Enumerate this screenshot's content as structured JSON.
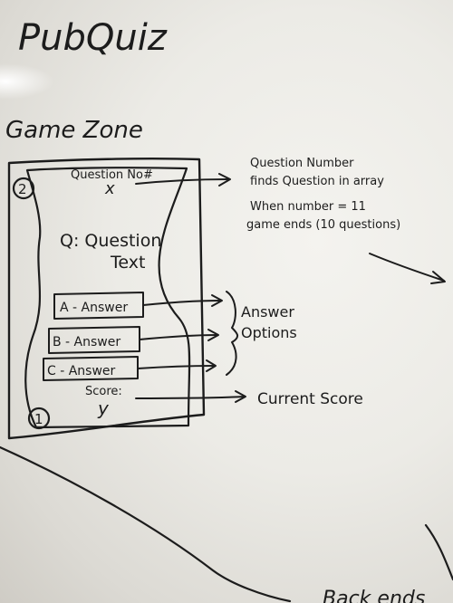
{
  "board": {
    "title": "PubQuiz",
    "section_label": "Game Zone"
  },
  "phone": {
    "corner_top": "2",
    "corner_bottom": "1",
    "question_number_label": "Question No#",
    "question_number_value": "x",
    "question_line1": "Q: Question",
    "question_line2": "Text",
    "answers": [
      "A - Answer",
      "B - Answer",
      "C - Answer"
    ],
    "score_label": "Score:",
    "score_value": "y"
  },
  "notes": {
    "question_note": [
      "Question Number",
      "finds Question in array",
      "When number = 11",
      "game ends (10 questions)"
    ],
    "answer_label_line1": "Answer",
    "answer_label_line2": "Options",
    "score_note": "Current Score",
    "bottom_right": "Back ends"
  },
  "colors": {
    "ink": "#1c1c1c",
    "board": "#ecebe6"
  }
}
